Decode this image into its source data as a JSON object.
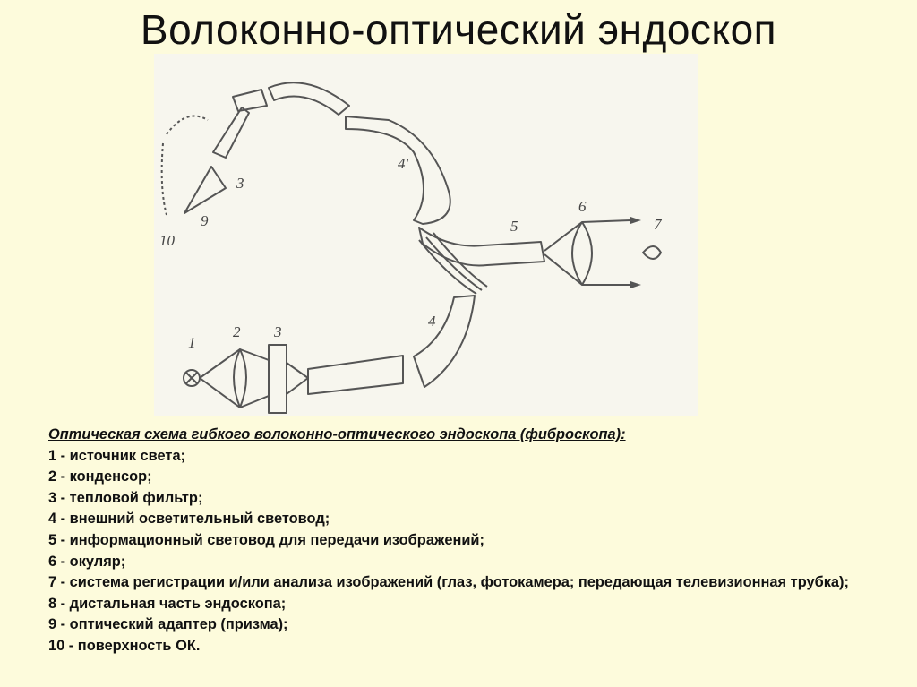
{
  "title": "Волоконно-оптический эндоскоп",
  "diagram": {
    "labels": [
      "1",
      "2",
      "3",
      "3",
      "4",
      "4'",
      "5",
      "6",
      "7",
      "9",
      "10"
    ]
  },
  "caption": {
    "heading": "Оптическая схема гибкого волоконно-оптического эндоскопа (фиброскопа):",
    "items": [
      "1 - источник света;",
      "2 - конденсор;",
      "3 - тепловой фильтр;",
      "4 - внешний осветительный световод;",
      "5 - информационный световод для передачи изображений;",
      "6 - окуляр;",
      "7 - система регистрации и/или анализа изображений (глаз, фотокамера; передающая телевизионная трубка);",
      "8 - дистальная часть эндоскопа;",
      "9 - оптический адаптер (призма);",
      "10 - поверхность ОК."
    ]
  }
}
